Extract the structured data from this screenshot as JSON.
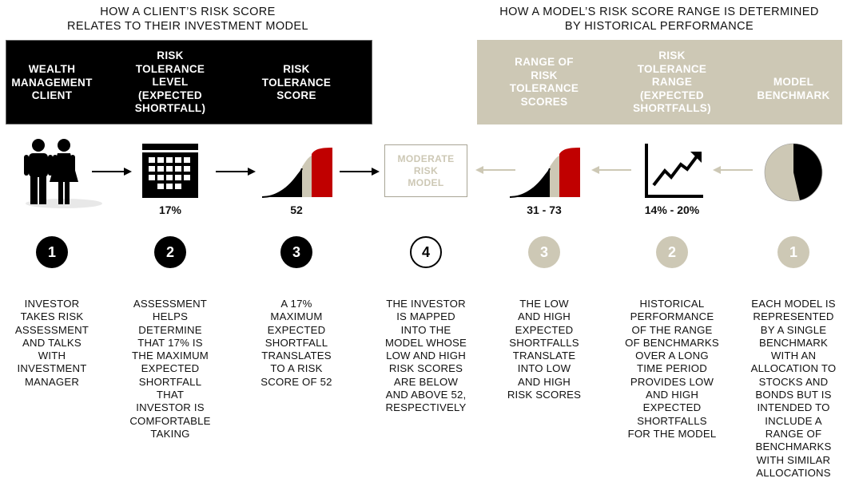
{
  "left": {
    "title_lines": [
      "HOW A CLIENT’S RISK SCORE",
      "RELATES TO THEIR INVESTMENT MODEL"
    ],
    "headers": [
      [
        "WEALTH",
        "MANAGEMENT",
        "CLIENT"
      ],
      [
        "RISK",
        "TOLERANCE",
        "LEVEL",
        "(EXPECTED",
        "SHORTFALL)"
      ],
      [
        "RISK",
        "TOLERANCE",
        "SCORE"
      ]
    ],
    "values": [
      "17%",
      "52"
    ],
    "numbers": [
      "1",
      "2",
      "3",
      "4"
    ],
    "descriptions": [
      [
        "INVESTOR",
        "TAKES RISK",
        "ASSESSMENT",
        "AND TALKS",
        "WITH",
        "INVESTMENT",
        "MANAGER"
      ],
      [
        "ASSESSMENT",
        "HELPS",
        "DETERMINE",
        "THAT 17% IS",
        "THE MAXIMUM",
        "EXPECTED",
        "SHORTFALL",
        "THAT",
        "INVESTOR IS",
        "COMFORTABLE",
        "TAKING"
      ],
      [
        "A 17%",
        "MAXIMUM",
        "EXPECTED",
        "SHORTFALL",
        "TRANSLATES",
        "TO A RISK",
        "SCORE OF 52"
      ],
      [
        "THE INVESTOR",
        "IS MAPPED",
        "INTO THE",
        "MODEL WHOSE",
        "LOW AND HIGH",
        "RISK SCORES",
        "ARE BELOW",
        "AND ABOVE 52,",
        "RESPECTIVELY"
      ]
    ]
  },
  "center": {
    "model_box_lines": [
      "MODERATE",
      "RISK",
      "MODEL"
    ]
  },
  "right": {
    "title_lines": [
      "HOW A MODEL’S RISK SCORE RANGE IS DETERMINED",
      "BY HISTORICAL PERFORMANCE"
    ],
    "headers": [
      [
        "RANGE OF",
        "RISK",
        "TOLERANCE",
        "SCORES"
      ],
      [
        "RISK",
        "TOLERANCE",
        "RANGE",
        "(EXPECTED",
        "SHORTFALLS)"
      ],
      [
        "MODEL",
        "BENCHMARK"
      ]
    ],
    "values": [
      "31 - 73",
      "14% - 20%"
    ],
    "numbers": [
      "3",
      "2",
      "1"
    ],
    "descriptions": [
      [
        "THE LOW",
        "AND HIGH",
        "EXPECTED",
        "SHORTFALLS",
        "TRANSLATE",
        "INTO LOW",
        "AND HIGH",
        "RISK SCORES"
      ],
      [
        "HISTORICAL",
        "PERFORMANCE",
        "OF THE RANGE",
        "OF BENCHMARKS",
        "OVER A LONG",
        "TIME PERIOD",
        "PROVIDES LOW",
        "AND HIGH",
        "EXPECTED",
        "SHORTFALLS",
        "FOR THE MODEL"
      ],
      [
        "EACH MODEL IS",
        "REPRESENTED",
        "BY A SINGLE",
        "BENCHMARK",
        "WITH AN",
        "ALLOCATION TO",
        "STOCKS AND",
        "BONDS BUT IS",
        "INTENDED TO",
        "INCLUDE A",
        "RANGE OF",
        "BENCHMARKS",
        "WITH SIMILAR",
        "ALLOCATIONS"
      ]
    ]
  },
  "icons": [
    "people-icon",
    "calendar-icon",
    "risk-curve-icon",
    "model-box",
    "risk-curve-icon",
    "line-chart-icon",
    "pie-chart-icon"
  ],
  "colors": {
    "black": "#000000",
    "tan": "#cdc8b5",
    "red": "#c00000",
    "arrow_dark": "#000000",
    "arrow_light": "#cdc8b5"
  }
}
